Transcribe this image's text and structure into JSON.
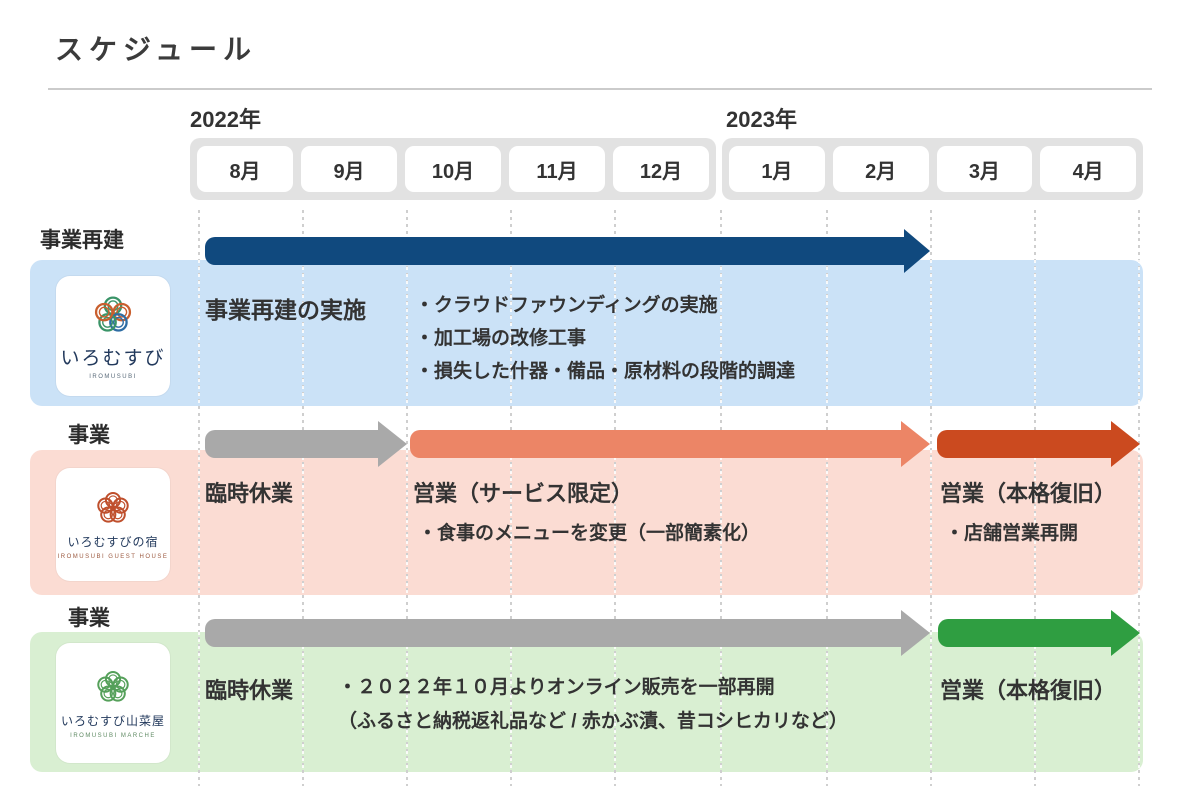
{
  "title": "スケジュール",
  "colors": {
    "header-strip": "#e2e2e2",
    "panel-blue": "#cbe2f7",
    "panel-pink": "#fbdcd3",
    "panel-green": "#d9efd2",
    "arrow-blue": "#10497e",
    "arrow-gray": "#a9a9a9",
    "arrow-salmon": "#ec8566",
    "arrow-red": "#cb4a1f",
    "arrow-green": "#2f9e41"
  },
  "timeline": {
    "years": [
      {
        "label": "2022年"
      },
      {
        "label": "2023年"
      }
    ],
    "months_2022": [
      "8月",
      "9月",
      "10月",
      "11月",
      "12月"
    ],
    "months_2023": [
      "1月",
      "2月",
      "3月",
      "4月"
    ]
  },
  "rows": [
    {
      "label": "事業再建",
      "logo": {
        "name": "いろむすび",
        "caption": "IROMUSUBI"
      },
      "heading": "事業再建の実施",
      "bullets": [
        "・クラウドファウンディングの実施",
        "・加工場の改修工事",
        "・損失した什器・備品・原材料の段階的調達"
      ]
    },
    {
      "label": "事業",
      "logo": {
        "name": "いろむすびの宿",
        "caption": "IROMUSUBI GUEST HOUSE"
      },
      "segments": [
        {
          "heading": "臨時休業"
        },
        {
          "heading": "営業（サービス限定）",
          "bullet": "・食事のメニューを変更（一部簡素化）"
        },
        {
          "heading": "営業（本格復旧）",
          "bullet": "・店舗営業再開"
        }
      ]
    },
    {
      "label": "事業",
      "logo": {
        "name": "いろむすび山菜屋",
        "caption": "IROMUSUBI MARCHE"
      },
      "segments": [
        {
          "heading": "臨時休業",
          "bullet_line1": "・２０２２年１０月よりオンライン販売を一部再開",
          "bullet_line2": "（ふるさと納税返礼品など / 赤かぶ漬、昔コシヒカリなど）"
        },
        {
          "heading": "営業（本格復旧）"
        }
      ]
    }
  ]
}
